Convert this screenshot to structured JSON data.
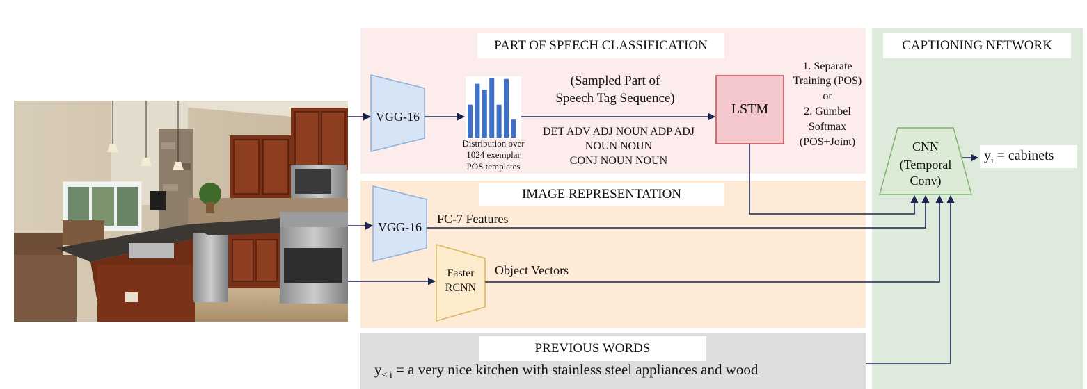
{
  "regions": {
    "pos_header": "PART OF SPEECH CLASSIFICATION",
    "image_header": "IMAGE REPRESENTATION",
    "prev_header": "PREVIOUS WORDS",
    "cap_header": "CAPTIONING NETWORK"
  },
  "blocks": {
    "vgg_top": "VGG-16",
    "vgg_mid": "VGG-16",
    "lstm": "LSTM",
    "rcnn_line1": "Faster",
    "rcnn_line2": "RCNN",
    "cnn_line1": "CNN",
    "cnn_line2": "(Temporal",
    "cnn_line3": "Conv)"
  },
  "labels": {
    "dist_line1": "Distribution over",
    "dist_line2": "1024 exemplar",
    "dist_line3": "POS templates",
    "sampled_line1": "(Sampled Part of",
    "sampled_line2": "Speech Tag Sequence)",
    "tags_line1": "DET ADV ADJ NOUN ADP ADJ",
    "tags_line2": "NOUN  NOUN",
    "tags_line3": "CONJ NOUN NOUN",
    "train_line1": "1. Separate",
    "train_line2": "Training (POS)",
    "train_line3": "or",
    "train_line4": "2. Gumbel",
    "train_line5": "Softmax",
    "train_line6": "(POS+Joint)",
    "fc7": "FC-7 Features",
    "objvec": "Object Vectors"
  },
  "output": {
    "y_base": "y",
    "y_sub": "i",
    "y_text": " = cabinets"
  },
  "previous": {
    "y_base": "y",
    "y_sub": "< i",
    "text": " = a  very nice kitchen with stainless steel appliances and wood"
  },
  "histogram": {
    "values": [
      0.55,
      0.9,
      0.8,
      1.0,
      0.55,
      0.98,
      0.3
    ]
  },
  "colors": {
    "vgg_fill": "#d6e4f5",
    "vgg_stroke": "#8eb0dc",
    "lstm_fill": "#f4c8cc",
    "lstm_stroke": "#c04a52",
    "rcnn_fill": "#fdeccb",
    "rcnn_stroke": "#d8b65a",
    "cnn_fill": "#dcebd5",
    "cnn_stroke": "#7db46c",
    "bar_fill": "#3f70c8",
    "arrow": "#1a2550"
  }
}
